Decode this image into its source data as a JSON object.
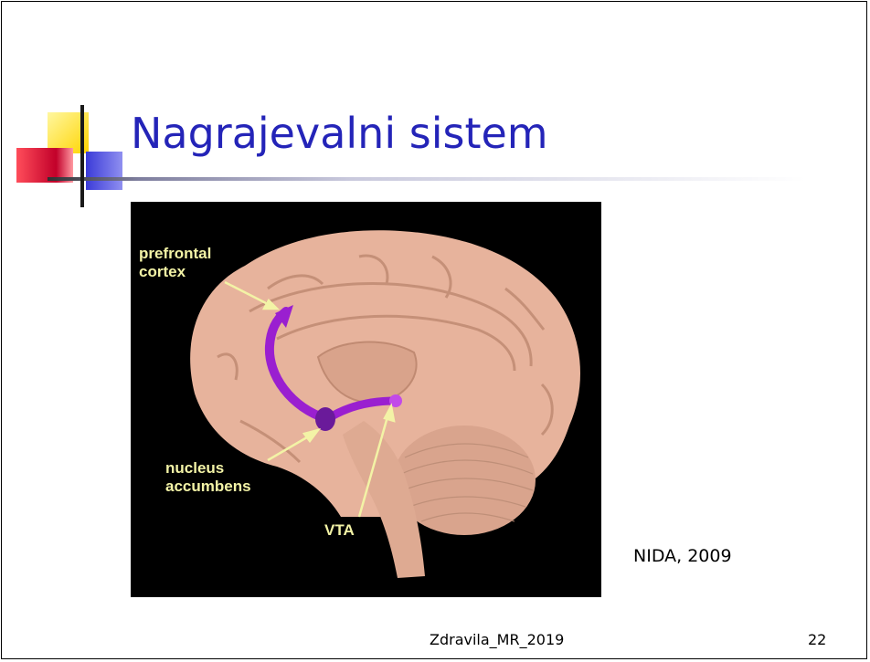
{
  "slide": {
    "title": "Nagrajevalni sistem",
    "credit": "NIDA, 2009",
    "footer": "Zdravila_MR_2019",
    "page_number": "22"
  },
  "diagram": {
    "labels": {
      "prefrontal_line1": "prefrontal",
      "prefrontal_line2": "cortex",
      "nucleus_line1": "nucleus",
      "nucleus_line2": "accumbens",
      "vta": "VTA"
    },
    "colors": {
      "background": "#000000",
      "brain": "#e7b39c",
      "brain_shadow": "#c58e77",
      "pathway": "#9a1fd0",
      "label": "#f3f3a6",
      "title": "#2424b8"
    }
  }
}
